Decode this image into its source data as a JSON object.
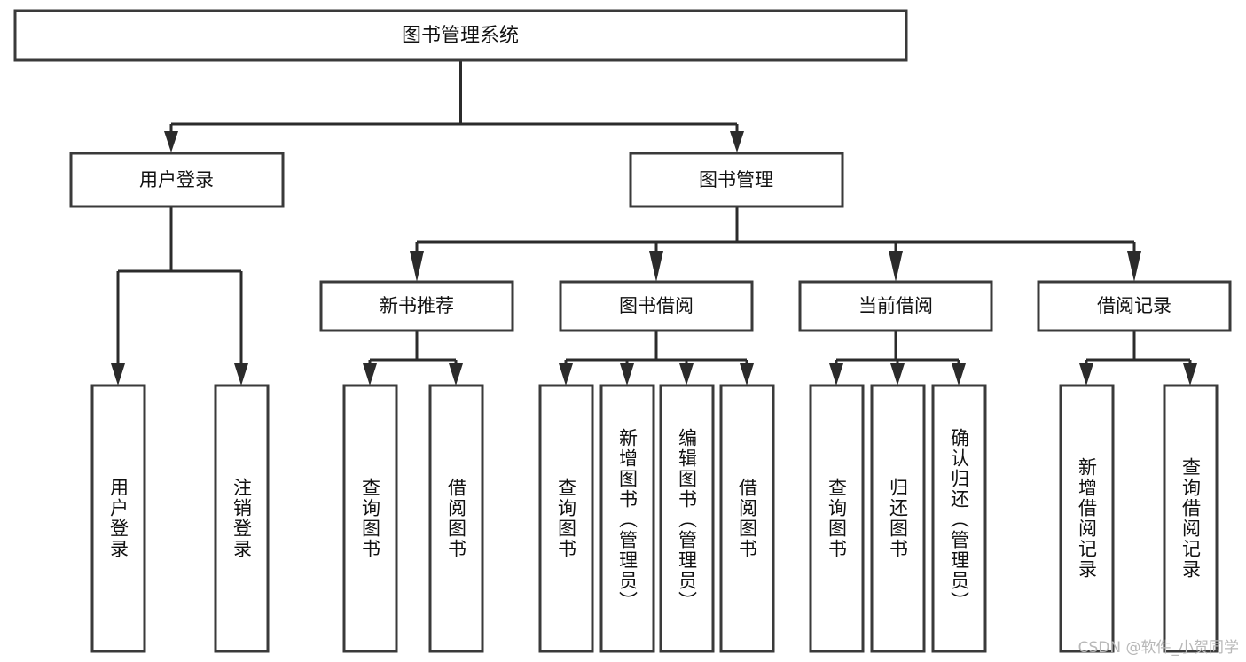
{
  "diagram": {
    "type": "tree-hierarchy-diagram",
    "title": "图书管理系统",
    "watermark": "CSDN @软件_小贺同学",
    "colors": {
      "box_stroke": "#3a3a3a",
      "connector": "#2b2b2b",
      "background": "#ffffff",
      "text": "#111111",
      "watermark": "#b8b8b8"
    },
    "levels": {
      "root": {
        "label": "图书管理系统"
      },
      "level1": [
        {
          "id": "user-login",
          "label": "用户登录"
        },
        {
          "id": "book-management",
          "label": "图书管理"
        }
      ],
      "level2": [
        {
          "id": "new-book-recommend",
          "label": "新书推荐",
          "parent": "book-management"
        },
        {
          "id": "book-borrow",
          "label": "图书借阅",
          "parent": "book-management"
        },
        {
          "id": "current-borrow",
          "label": "当前借阅",
          "parent": "book-management"
        },
        {
          "id": "borrow-record",
          "label": "借阅记录",
          "parent": "book-management"
        }
      ],
      "leaves": [
        {
          "id": "leaf-user-login",
          "label": "用户登录",
          "parent": "user-login"
        },
        {
          "id": "leaf-logout-login",
          "label": "注销登录",
          "parent": "user-login"
        },
        {
          "id": "leaf-query-book-1",
          "label": "查询图书",
          "parent": "new-book-recommend"
        },
        {
          "id": "leaf-borrow-book-1",
          "label": "借阅图书",
          "parent": "new-book-recommend"
        },
        {
          "id": "leaf-query-book-2",
          "label": "查询图书",
          "parent": "book-borrow"
        },
        {
          "id": "leaf-add-book",
          "label": "新增图书（管理员）",
          "parent": "book-borrow"
        },
        {
          "id": "leaf-edit-book",
          "label": "编辑图书（管理员）",
          "parent": "book-borrow"
        },
        {
          "id": "leaf-borrow-book-2",
          "label": "借阅图书",
          "parent": "book-borrow"
        },
        {
          "id": "leaf-query-book-3",
          "label": "查询图书",
          "parent": "current-borrow"
        },
        {
          "id": "leaf-return-book",
          "label": "归还图书",
          "parent": "current-borrow"
        },
        {
          "id": "leaf-confirm-return",
          "label": "确认归还（管理员）",
          "parent": "current-borrow"
        },
        {
          "id": "leaf-add-record",
          "label": "新增借阅记录",
          "parent": "borrow-record"
        },
        {
          "id": "leaf-query-record",
          "label": "查询借阅记录",
          "parent": "borrow-record"
        }
      ]
    }
  }
}
